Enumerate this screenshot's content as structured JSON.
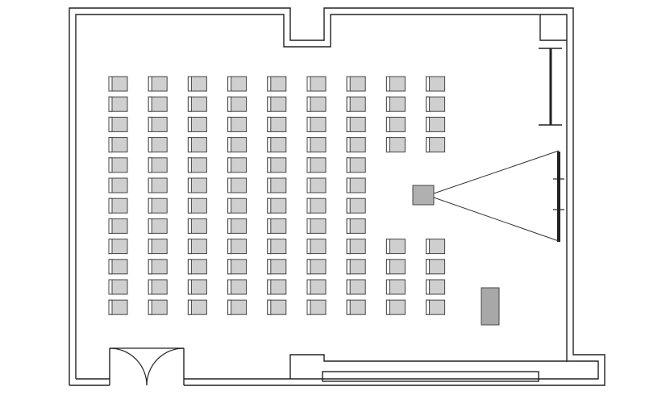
{
  "plan": {
    "seat_columns": [
      {
        "col": 1,
        "rows": [
          1,
          2,
          3,
          4,
          5,
          6,
          7,
          8,
          9,
          10,
          11,
          12
        ]
      },
      {
        "col": 2,
        "rows": [
          1,
          2,
          3,
          4,
          5,
          6,
          7,
          8,
          9,
          10,
          11,
          12
        ]
      },
      {
        "col": 3,
        "rows": [
          1,
          2,
          3,
          4,
          5,
          6,
          7,
          8,
          9,
          10,
          11,
          12
        ]
      },
      {
        "col": 4,
        "rows": [
          1,
          2,
          3,
          4,
          5,
          6,
          7,
          8,
          9,
          10,
          11,
          12
        ]
      },
      {
        "col": 5,
        "rows": [
          1,
          2,
          3,
          4,
          5,
          6,
          7,
          8,
          9,
          10,
          11,
          12
        ]
      },
      {
        "col": 6,
        "rows": [
          1,
          2,
          3,
          4,
          5,
          6,
          7,
          8,
          9,
          10,
          11,
          12
        ]
      },
      {
        "col": 7,
        "rows": [
          1,
          2,
          3,
          4,
          5,
          6,
          7,
          8,
          9,
          10,
          11,
          12
        ]
      },
      {
        "col": 8,
        "rows": [
          1,
          2,
          3,
          4,
          9,
          10,
          11,
          12
        ]
      },
      {
        "col": 9,
        "rows": [
          1,
          2,
          3,
          4,
          9,
          10,
          11,
          12
        ]
      }
    ],
    "seat_count": 100,
    "colors": {
      "wall": "#222222",
      "seat_fill": "#cfcfcf",
      "seat_stroke": "#444444",
      "projector_fill": "#b0b0b0",
      "table_fill": "#a8a8a8"
    }
  }
}
